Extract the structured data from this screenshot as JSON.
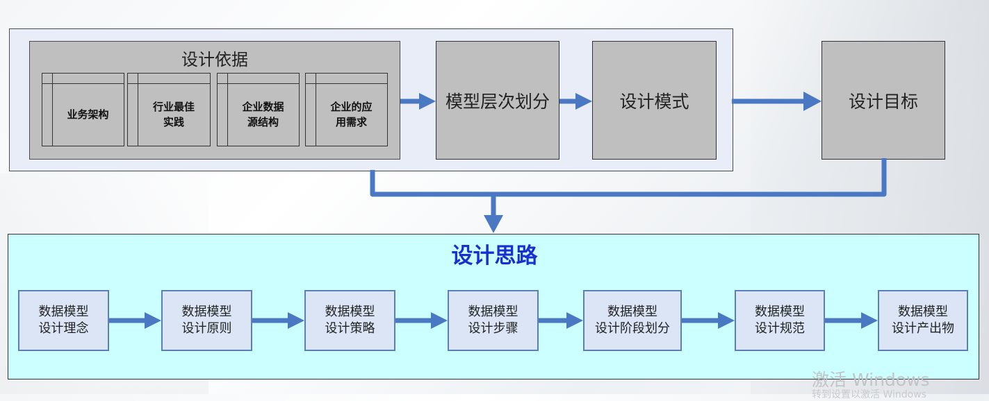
{
  "top": {
    "basis": {
      "title": "设计依据",
      "items": [
        {
          "label": "业务架构"
        },
        {
          "label": "行业最佳\n实践"
        },
        {
          "label": "企业数据\n源结构"
        },
        {
          "label": "企业的应\n用需求"
        }
      ]
    },
    "layering": "模型层次划分",
    "pattern": "设计模式",
    "target": "设计目标"
  },
  "bottom": {
    "title": "设计思路",
    "steps": [
      "数据模型\n设计理念",
      "数据模型\n设计原则",
      "数据模型\n设计策略",
      "数据模型\n设计步骤",
      "数据模型\n设计阶段划分",
      "数据模型\n设计规范",
      "数据模型\n设计产出物"
    ]
  },
  "watermark": {
    "line1": "激活 Windows",
    "line2": "转到设置以激活 Windows"
  },
  "colors": {
    "arrow": "#4a78c3",
    "title_blue": "#1a2fcf",
    "bottom_panel": "#ccffff",
    "box_gray": "#bfbfbf"
  }
}
